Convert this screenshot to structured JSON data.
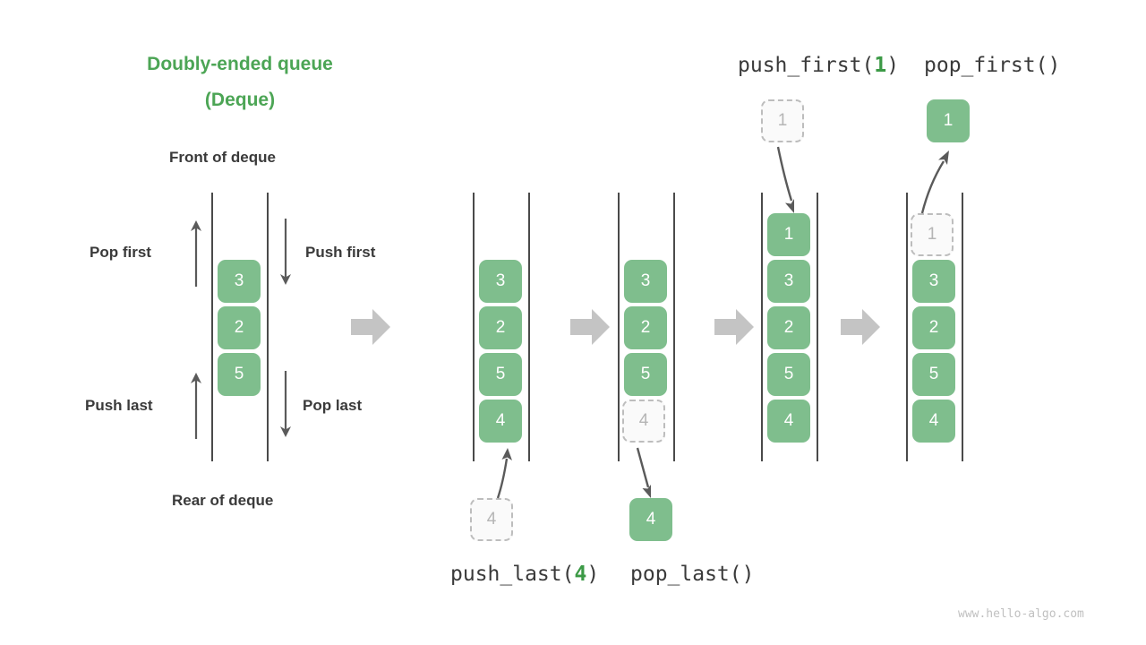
{
  "diagram": {
    "title_line1": "Doubly-ended queue",
    "title_line2": "(Deque)",
    "front_label": "Front of deque",
    "rear_label": "Rear of deque",
    "watermark": "www.hello-algo.com",
    "accent_green": "#4CA555",
    "cell_green": "#7FBE8D",
    "ghost_gray": "#BDBDBD",
    "step_arrow_gray": "#C4C4C4",
    "arrow_gray": "#5A5A5A",
    "text_dark": "#3A3A3A"
  },
  "legend": {
    "pop_first": "Pop first",
    "push_first": "Push first",
    "push_last": "Push last",
    "pop_last": "Pop last"
  },
  "operations": {
    "push_last": {
      "name": "push_last",
      "arg": "4",
      "open": "(",
      "close": ")"
    },
    "pop_last": {
      "name": "pop_last",
      "arg": "",
      "open": "(",
      "close": ")"
    },
    "push_first": {
      "name": "push_first",
      "arg": "1",
      "open": "(",
      "close": ")"
    },
    "pop_first": {
      "name": "pop_first",
      "arg": "",
      "open": "(",
      "close": ")"
    }
  },
  "stages": [
    {
      "id": "legend-deque",
      "cells": [
        {
          "value": "3",
          "state": "solid"
        },
        {
          "value": "2",
          "state": "solid"
        },
        {
          "value": "5",
          "state": "solid"
        }
      ]
    },
    {
      "id": "stage-push-last",
      "cells": [
        {
          "value": "3",
          "state": "solid"
        },
        {
          "value": "2",
          "state": "solid"
        },
        {
          "value": "5",
          "state": "solid"
        },
        {
          "value": "4",
          "state": "solid"
        }
      ],
      "external": {
        "value": "4",
        "state": "ghost",
        "position": "below"
      }
    },
    {
      "id": "stage-pop-last",
      "cells": [
        {
          "value": "3",
          "state": "solid"
        },
        {
          "value": "2",
          "state": "solid"
        },
        {
          "value": "5",
          "state": "solid"
        },
        {
          "value": "4",
          "state": "ghost"
        }
      ],
      "external": {
        "value": "4",
        "state": "solid",
        "position": "below"
      }
    },
    {
      "id": "stage-push-first",
      "cells": [
        {
          "value": "1",
          "state": "solid"
        },
        {
          "value": "3",
          "state": "solid"
        },
        {
          "value": "2",
          "state": "solid"
        },
        {
          "value": "5",
          "state": "solid"
        },
        {
          "value": "4",
          "state": "solid"
        }
      ],
      "external": {
        "value": "1",
        "state": "ghost",
        "position": "above"
      }
    },
    {
      "id": "stage-pop-first",
      "cells": [
        {
          "value": "1",
          "state": "ghost"
        },
        {
          "value": "3",
          "state": "solid"
        },
        {
          "value": "2",
          "state": "solid"
        },
        {
          "value": "5",
          "state": "solid"
        },
        {
          "value": "4",
          "state": "solid"
        }
      ],
      "external": {
        "value": "1",
        "state": "solid",
        "position": "above"
      }
    }
  ],
  "chart_data": {
    "type": "diagram",
    "title": "Doubly-ended queue (Deque)",
    "description": "Deque operations sequence: push_last(4), pop_last(), push_first(1), pop_first()",
    "initial_contents": [
      "3",
      "2",
      "5"
    ],
    "sequence": [
      {
        "op": "push_last",
        "arg": "4",
        "contents_after": [
          "3",
          "2",
          "5",
          "4"
        ]
      },
      {
        "op": "pop_last",
        "arg": "",
        "returned": "4",
        "contents_after": [
          "3",
          "2",
          "5"
        ]
      },
      {
        "op": "push_first",
        "arg": "1",
        "contents_after": [
          "1",
          "3",
          "2",
          "5",
          "4"
        ]
      },
      {
        "op": "pop_first",
        "arg": "",
        "returned": "1",
        "contents_after": [
          "3",
          "2",
          "5",
          "4"
        ]
      }
    ]
  }
}
